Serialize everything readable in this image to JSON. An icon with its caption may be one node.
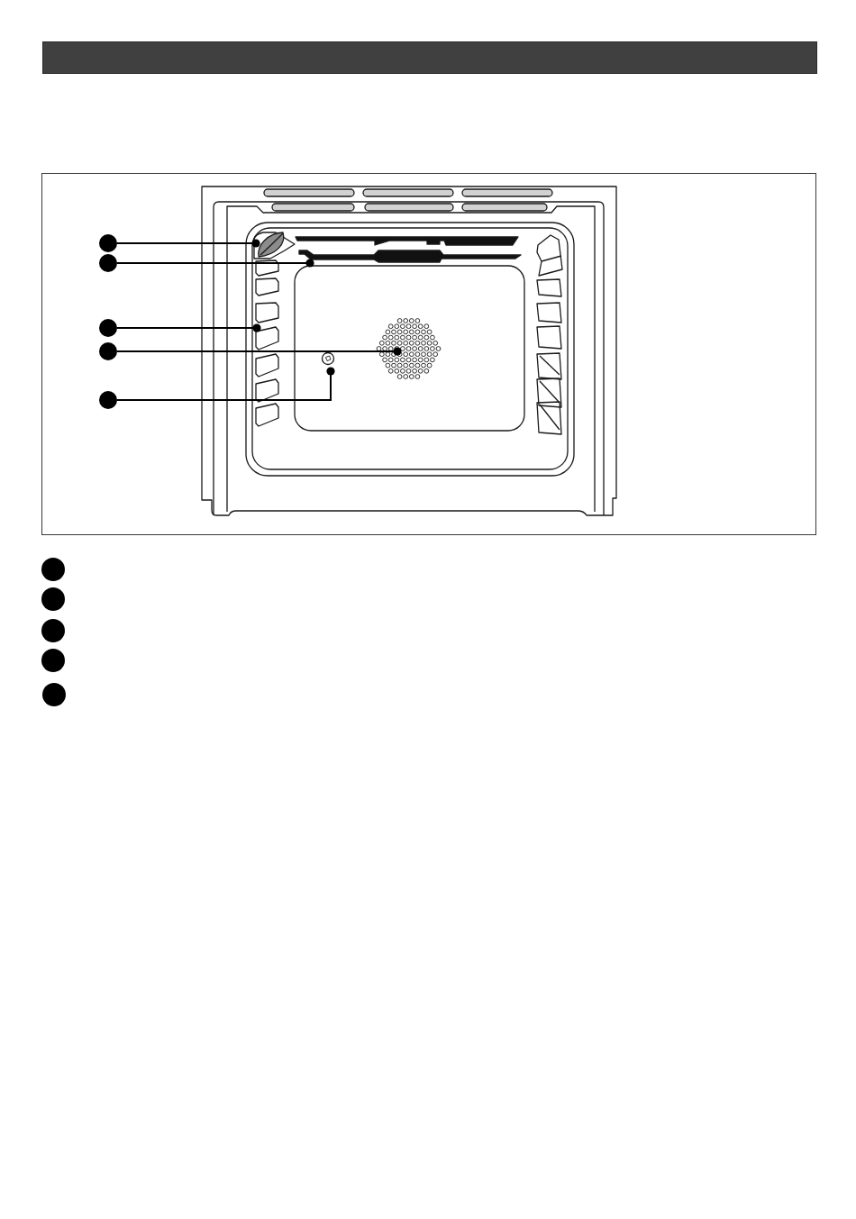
{
  "diagram": {
    "nodes": [
      {
        "text": [],
        "shape": "circle"
      },
      {
        "text": [],
        "shape": "circle"
      },
      {
        "text": [],
        "shape": "circle"
      },
      {
        "text": [],
        "shape": "circle"
      },
      {
        "text": [],
        "shape": "circle"
      },
      {
        "text": [],
        "shape": "circle"
      },
      {
        "text": [],
        "shape": "circle"
      },
      {
        "text": [],
        "shape": "circle"
      },
      {
        "text": [],
        "shape": "circle"
      },
      {
        "text": [],
        "shape": "circle"
      }
    ],
    "edges": [
      {
        "from": 0,
        "to": null,
        "arrow": "other"
      },
      {
        "from": 1,
        "to": null,
        "arrow": "other"
      },
      {
        "from": 2,
        "to": null,
        "arrow": "other"
      },
      {
        "from": 3,
        "to": null,
        "arrow": "other"
      },
      {
        "from": 4,
        "to": null,
        "arrow": "other"
      }
    ]
  }
}
